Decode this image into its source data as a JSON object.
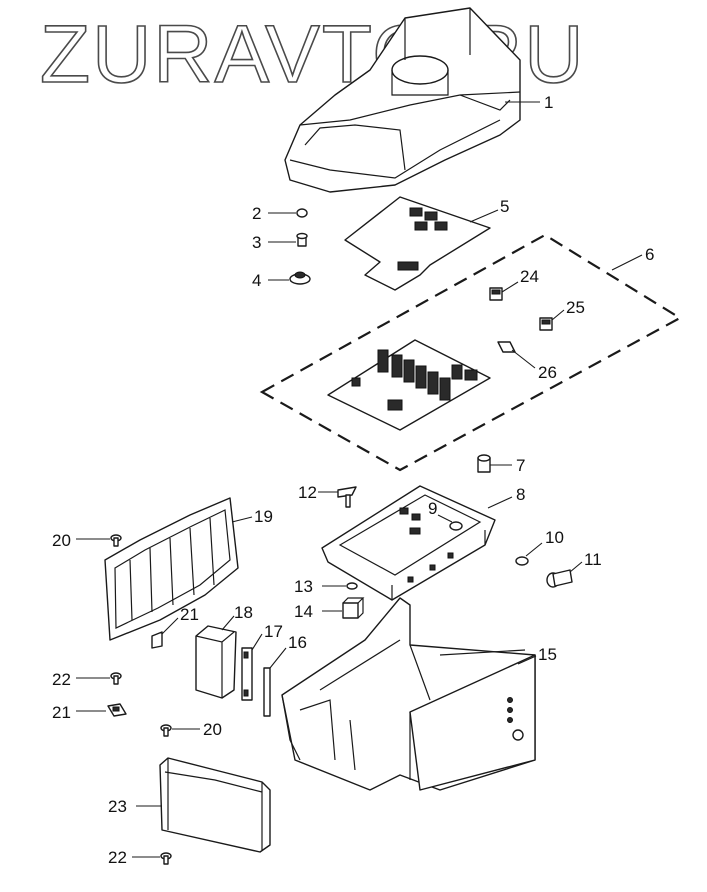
{
  "watermark": "ZURAVTO.RU",
  "callouts": {
    "c1": "1",
    "c2": "2",
    "c3": "3",
    "c4": "4",
    "c5": "5",
    "c6": "6",
    "c7": "7",
    "c8": "8",
    "c9": "9",
    "c10": "10",
    "c11": "11",
    "c12": "12",
    "c13": "13",
    "c14": "14",
    "c15": "15",
    "c16": "16",
    "c17": "17",
    "c18": "18",
    "c19": "19",
    "c20a": "20",
    "c20b": "20",
    "c21a": "21",
    "c21b": "21",
    "c22a": "22",
    "c22b": "22",
    "c23": "23",
    "c24": "24",
    "c25": "25",
    "c26": "26"
  }
}
